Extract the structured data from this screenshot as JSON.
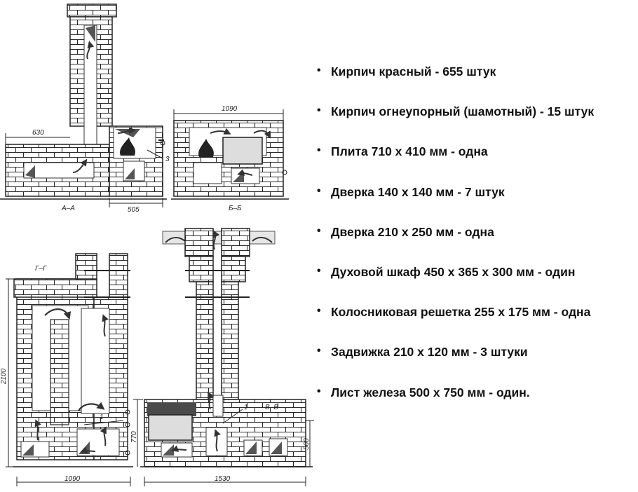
{
  "sections": {
    "aa": {
      "label": "А–А",
      "dim_top": "630",
      "dim_bottom": "505",
      "marker": "3"
    },
    "bb": {
      "label": "Б–Б",
      "dim_top": "1090"
    },
    "gg": {
      "label": "Г–Г",
      "dim_height": "2100",
      "dim_bottom": "1090",
      "marker": "1"
    },
    "vv": {
      "label": "В–В",
      "dim_height_left": "770",
      "dim_height_right": "560",
      "dim_bottom": "1530",
      "marker": "1"
    }
  },
  "materials": [
    "Кирпич красный - 655 штук",
    "Кирпич огнеупорный (шамотный) - 15 штук",
    "Плита 710 х 410 мм - одна",
    "Дверка 140 х 140 мм - 7 штук",
    "Дверка 210 х 250 мм - одна",
    "Духовой шкаф 450 х 365 х 300 мм - один",
    "Колосниковая решетка 255 х 175 мм - одна",
    "Задвижка 210 х 120 мм - 3 штуки",
    "Лист железа 500 х 750 мм - один."
  ],
  "bullet": "•",
  "colors": {
    "brick_fill": "#ffffff",
    "brick_line": "#2a2a2a",
    "cavity": "#4a4a4a",
    "text": "#111111"
  }
}
